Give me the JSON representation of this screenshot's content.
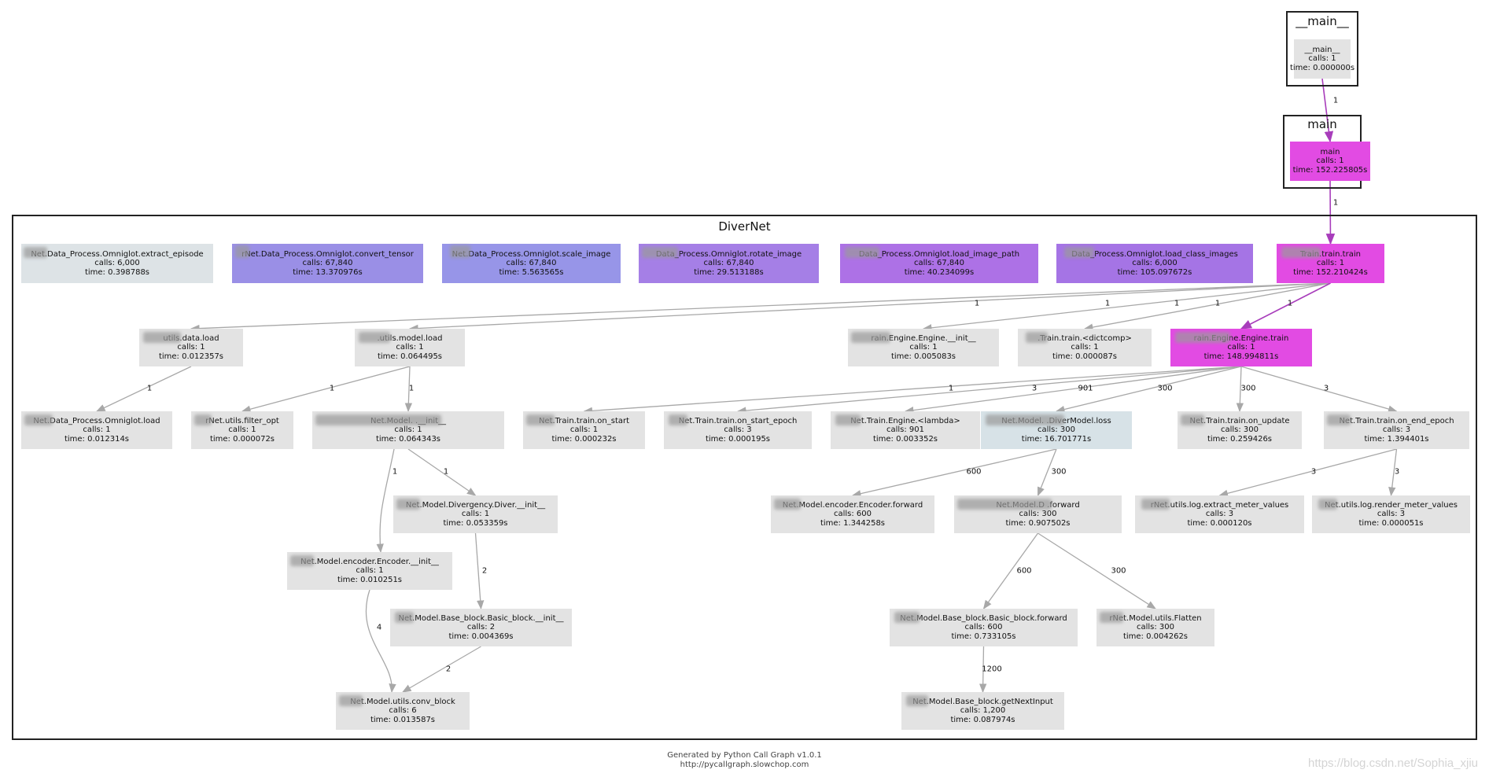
{
  "clusters": [
    {
      "id": "c-main2",
      "title": "__main__"
    },
    {
      "id": "c-main",
      "title": "main"
    },
    {
      "id": "c-divernet",
      "title": "DiverNet"
    }
  ],
  "colors": {
    "gray": "#e3e3e3",
    "blue_gray": "#dde3e6",
    "light_blue": "#d7e2e7",
    "lavender": "#9a8fe6",
    "lavender2": "#9795e8",
    "purple": "#a57fe6",
    "purple2": "#ad71e6",
    "purple3": "#a574e5",
    "magenta": "#e24be3",
    "edge_gray": "#a8a8a8",
    "edge_purple": "#a83dbb"
  },
  "nodes": [
    {
      "id": "main2",
      "name": "__main__",
      "calls": "calls: 1",
      "time": "time: 0.000000s",
      "color": "gray"
    },
    {
      "id": "main",
      "name": "main",
      "calls": "calls: 1",
      "time": "time: 152.225805s",
      "color": "magenta"
    },
    {
      "id": "extract_episode",
      "name": "Net.Data_Process.Omniglot.extract_episode",
      "calls": "calls: 6,000",
      "time": "time: 0.398788s",
      "color": "blue_gray"
    },
    {
      "id": "convert_tensor",
      "name": "rNet.Data_Process.Omniglot.convert_tensor",
      "calls": "calls: 67,840",
      "time": "time: 13.370976s",
      "color": "lavender"
    },
    {
      "id": "scale_image",
      "name": "Net.Data_Process.Omniglot.scale_image",
      "calls": "calls: 67,840",
      "time": "time: 5.563565s",
      "color": "lavender2"
    },
    {
      "id": "rotate_image",
      "name": "Data_Process.Omniglot.rotate_image",
      "calls": "calls: 67,840",
      "time": "time: 29.513188s",
      "color": "purple"
    },
    {
      "id": "load_image_path",
      "name": "Data_Process.Omniglot.load_image_path",
      "calls": "calls: 67,840",
      "time": "time: 40.234099s",
      "color": "purple2"
    },
    {
      "id": "load_class_images",
      "name": "Data_Process.Omniglot.load_class_images",
      "calls": "calls: 6,000",
      "time": "time: 105.097672s",
      "color": "purple3"
    },
    {
      "id": "train_train",
      "name": "Train.train.train",
      "calls": "calls: 1",
      "time": "time: 152.210424s",
      "color": "magenta"
    },
    {
      "id": "utils_data_load",
      "name": "utils.data.load",
      "calls": "calls: 1",
      "time": "time: 0.012357s",
      "color": "gray"
    },
    {
      "id": "utils_model_load",
      "name": ".utils.model.load",
      "calls": "calls: 1",
      "time": "time: 0.064495s",
      "color": "gray"
    },
    {
      "id": "engine_init",
      "name": "rain.Engine.Engine.__init__",
      "calls": "calls: 1",
      "time": "time: 0.005083s",
      "color": "gray"
    },
    {
      "id": "dictcomp",
      "name": ".Train.train.<dictcomp>",
      "calls": "calls: 1",
      "time": "time: 0.000087s",
      "color": "gray"
    },
    {
      "id": "engine_train",
      "name": "rain.Engine.Engine.train",
      "calls": "calls: 1",
      "time": "time: 148.994811s",
      "color": "magenta"
    },
    {
      "id": "omniglot_load",
      "name": "Net.Data_Process.Omniglot.load",
      "calls": "calls: 1",
      "time": "time: 0.012314s",
      "color": "gray"
    },
    {
      "id": "filter_opt",
      "name": "rNet.utils.filter_opt",
      "calls": "calls: 1",
      "time": "time: 0.000072s",
      "color": "gray"
    },
    {
      "id": "model_init",
      "name": "Net.Model.                  .__init__",
      "calls": "calls: 1",
      "time": "time: 0.064343s",
      "color": "gray"
    },
    {
      "id": "on_start",
      "name": "Net.Train.train.on_start",
      "calls": "calls: 1",
      "time": "time: 0.000232s",
      "color": "gray"
    },
    {
      "id": "on_start_epoch",
      "name": "Net.Train.train.on_start_epoch",
      "calls": "calls: 3",
      "time": "time: 0.000195s",
      "color": "gray"
    },
    {
      "id": "engine_lambda",
      "name": "Net.Train.Engine.<lambda>",
      "calls": "calls: 901",
      "time": "time: 0.003352s",
      "color": "gray"
    },
    {
      "id": "divermodel_loss",
      "name": "Net.Model.           .DiverModel.loss",
      "calls": "calls: 300",
      "time": "time: 16.701771s",
      "color": "light_blue"
    },
    {
      "id": "on_update",
      "name": "Net.Train.train.on_update",
      "calls": "calls: 300",
      "time": "time: 0.259426s",
      "color": "gray"
    },
    {
      "id": "on_end_epoch",
      "name": "Net.Train.train.on_end_epoch",
      "calls": "calls: 3",
      "time": "time: 1.394401s",
      "color": "gray"
    },
    {
      "id": "diver_init",
      "name": "Net.Model.Divergency.Diver.__init__",
      "calls": "calls: 1",
      "time": "time: 0.053359s",
      "color": "gray"
    },
    {
      "id": "encoder_forward",
      "name": "Net.Model.encoder.Encoder.forward",
      "calls": "calls: 600",
      "time": "time: 1.344258s",
      "color": "gray"
    },
    {
      "id": "diver_forward",
      "name": "Net.Model.D                .forward",
      "calls": "calls: 300",
      "time": "time: 0.907502s",
      "color": "gray"
    },
    {
      "id": "extract_meter",
      "name": "rNet.utils.log.extract_meter_values",
      "calls": "calls: 3",
      "time": "time: 0.000120s",
      "color": "gray"
    },
    {
      "id": "render_meter",
      "name": "Net.utils.log.render_meter_values",
      "calls": "calls: 3",
      "time": "time: 0.000051s",
      "color": "gray"
    },
    {
      "id": "encoder_init",
      "name": "Net.Model.encoder.Encoder.__init__",
      "calls": "calls: 1",
      "time": "time: 0.010251s",
      "color": "gray"
    },
    {
      "id": "basic_block_init",
      "name": "Net.Model.Base_block.Basic_block.__init__",
      "calls": "calls: 2",
      "time": "time: 0.004369s",
      "color": "gray"
    },
    {
      "id": "basic_block_forward",
      "name": "Net.Model.Base_block.Basic_block.forward",
      "calls": "calls: 600",
      "time": "time: 0.733105s",
      "color": "gray"
    },
    {
      "id": "flatten",
      "name": "rNet.Model.utils.Flatten",
      "calls": "calls: 300",
      "time": "time: 0.004262s",
      "color": "gray"
    },
    {
      "id": "conv_block",
      "name": "Net.Model.utils.conv_block",
      "calls": "calls: 6",
      "time": "time: 0.013587s",
      "color": "gray"
    },
    {
      "id": "get_next_input",
      "name": "Net.Model.Base_block.getNextInput",
      "calls": "calls: 1,200",
      "time": "time: 0.087974s",
      "color": "gray"
    }
  ],
  "edges": [
    {
      "from": "main2",
      "to": "main",
      "label": "1",
      "color": "edge_purple"
    },
    {
      "from": "main",
      "to": "train_train",
      "label": "1",
      "color": "edge_purple"
    },
    {
      "from": "train_train",
      "to": "utils_data_load",
      "label": "1",
      "color": "edge_gray"
    },
    {
      "from": "train_train",
      "to": "utils_model_load",
      "label": "1",
      "color": "edge_gray"
    },
    {
      "from": "train_train",
      "to": "engine_init",
      "label": "1",
      "color": "edge_gray"
    },
    {
      "from": "train_train",
      "to": "dictcomp",
      "label": "1",
      "color": "edge_gray"
    },
    {
      "from": "train_train",
      "to": "engine_train",
      "label": "1",
      "color": "edge_purple"
    },
    {
      "from": "utils_data_load",
      "to": "omniglot_load",
      "label": "1",
      "color": "edge_gray"
    },
    {
      "from": "utils_model_load",
      "to": "filter_opt",
      "label": "1",
      "color": "edge_gray"
    },
    {
      "from": "utils_model_load",
      "to": "model_init",
      "label": "1",
      "color": "edge_gray"
    },
    {
      "from": "engine_train",
      "to": "on_start",
      "label": "1",
      "color": "edge_gray"
    },
    {
      "from": "engine_train",
      "to": "on_start_epoch",
      "label": "3",
      "color": "edge_gray"
    },
    {
      "from": "engine_train",
      "to": "engine_lambda",
      "label": "901",
      "color": "edge_gray"
    },
    {
      "from": "engine_train",
      "to": "divermodel_loss",
      "label": "300",
      "color": "edge_gray"
    },
    {
      "from": "engine_train",
      "to": "on_update",
      "label": "300",
      "color": "edge_gray"
    },
    {
      "from": "engine_train",
      "to": "on_end_epoch",
      "label": "3",
      "color": "edge_gray"
    },
    {
      "from": "model_init",
      "to": "encoder_init",
      "label": "1",
      "color": "edge_gray"
    },
    {
      "from": "model_init",
      "to": "diver_init",
      "label": "1",
      "color": "edge_gray"
    },
    {
      "from": "divermodel_loss",
      "to": "encoder_forward",
      "label": "600",
      "color": "edge_gray"
    },
    {
      "from": "divermodel_loss",
      "to": "diver_forward",
      "label": "300",
      "color": "edge_gray"
    },
    {
      "from": "on_end_epoch",
      "to": "extract_meter",
      "label": "3",
      "color": "edge_gray"
    },
    {
      "from": "on_end_epoch",
      "to": "render_meter",
      "label": "3",
      "color": "edge_gray"
    },
    {
      "from": "diver_init",
      "to": "basic_block_init",
      "label": "2",
      "color": "edge_gray"
    },
    {
      "from": "encoder_init",
      "to": "conv_block",
      "label": "4",
      "color": "edge_gray"
    },
    {
      "from": "basic_block_init",
      "to": "conv_block",
      "label": "2",
      "color": "edge_gray"
    },
    {
      "from": "diver_forward",
      "to": "basic_block_forward",
      "label": "600",
      "color": "edge_gray"
    },
    {
      "from": "diver_forward",
      "to": "flatten",
      "label": "300",
      "color": "edge_gray"
    },
    {
      "from": "basic_block_forward",
      "to": "get_next_input",
      "label": "1200",
      "color": "edge_gray"
    }
  ],
  "footer": {
    "line1": "Generated by Python Call Graph v1.0.1",
    "line2": "http://pycallgraph.slowchop.com"
  },
  "watermark": "https://blog.csdn.net/Sophia_xjiu"
}
